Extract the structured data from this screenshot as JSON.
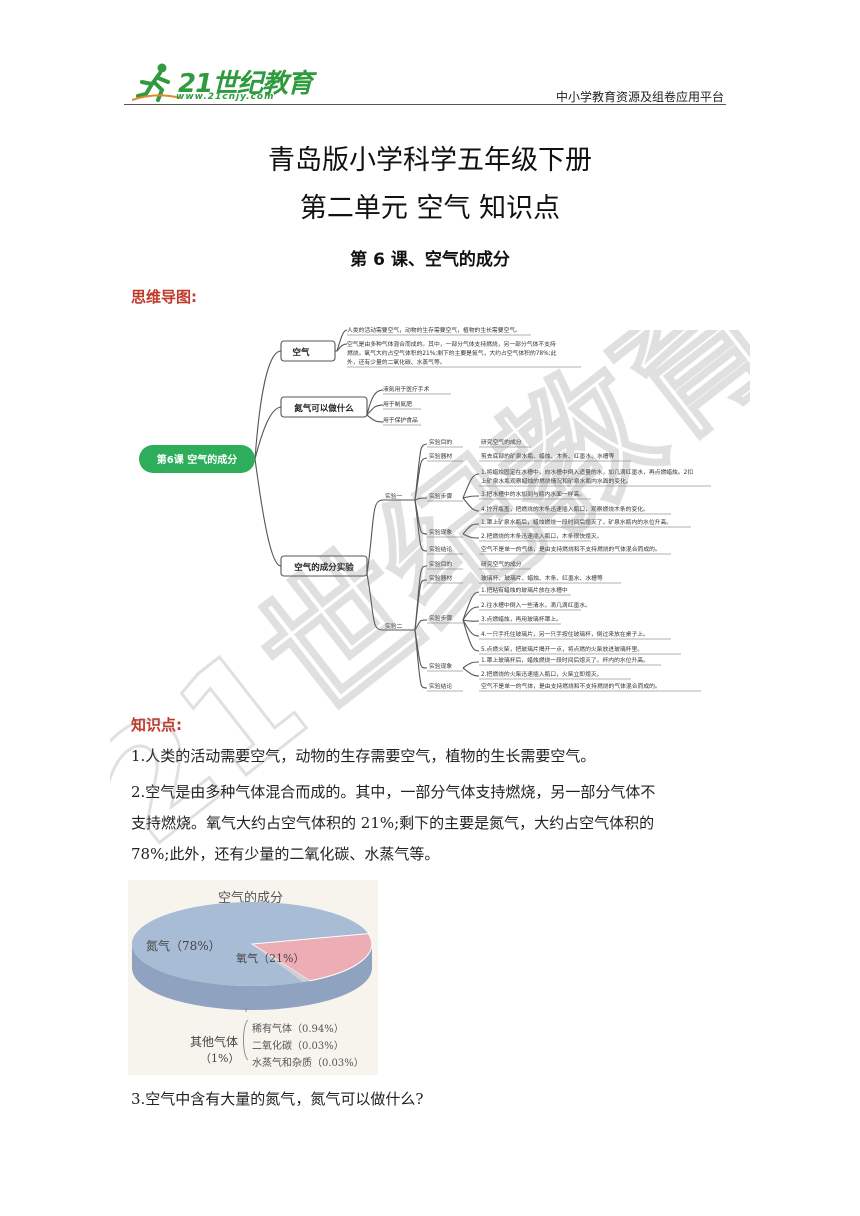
{
  "header": {
    "logo_text": "21世纪教育",
    "logo_url": "www.21cnjy.com",
    "platform": "中小学教育资源及组卷应用平台"
  },
  "title_line1": "青岛版小学科学五年级下册",
  "title_line2": "第二单元 空气 知识点",
  "lesson_title": "第 6 课、空气的成分",
  "mindmap_heading": "思维导图:",
  "mindmap": {
    "root": "第6课 空气的成分",
    "air": {
      "label": "空气",
      "note1": "人类的活动需要空气，动物的生存需要空气，植物的生长需要空气。",
      "note2a": "空气是由多种气体混合而成的。其中，一部分气体支持燃烧，另一部分气体不支持",
      "note2b": "燃烧。氧气大约占空气体积的21%;剩下的主要是氮气，大约占空气体积的78%;此",
      "note2c": "外，还有少量的二氧化碳、水蒸气等。"
    },
    "nitrogen": {
      "label": "氮气可以做什么",
      "items": [
        "液氮用于医疗手术",
        "用于制氮肥",
        "用于保护食品"
      ]
    },
    "experiment": {
      "label": "空气的成分实验",
      "exp1": {
        "label": "实验一",
        "purpose_label": "实验目的",
        "purpose": "研究空气的成分",
        "material_label": "实验器材",
        "material": "剪去底部的矿泉水瓶、蜡烛、木条、红墨水、水槽等",
        "steps_label": "实验步骤",
        "step1a": "1.将蜡烛固定在水槽中，向水槽中倒入适量的水，加几滴红墨水，再点燃蜡烛。2扣",
        "step1b": "上矿泉水瓶观察蜡烛的燃烧情况和矿泉水瓶内水面的变化。",
        "step3": "3.把水槽中的水加到与瓶内水面一样高。",
        "step4": "4.拧开瓶盖，把燃烧的木条迅速插入瓶口，观察燃烧木条的变化。",
        "result_label": "实验现象",
        "result1": "1.罩上矿泉水瓶后，蜡烛燃烧一段时间后熄灭了，矿泉水瓶内的水位升高。",
        "result2": "2.把燃烧的木条迅速插入瓶口，木条很快熄灭。",
        "conclusion_label": "实验结论",
        "conclusion": "空气不是单一的气体，是由支持燃烧和不支持燃烧的气体混合而成的。"
      },
      "exp2": {
        "label": "实验二",
        "purpose_label": "实验目的",
        "purpose": "研究空气的成分",
        "material_label": "实验器材",
        "material": "玻璃杯、玻璃片、蜡烛、木条、红墨水、水槽等",
        "steps_label": "实验步骤",
        "step1": "1.把粘有蜡烛的玻璃片放在水槽中",
        "step2": "2.往水槽中倒入一些清水，滴几滴红墨水。",
        "step3": "3.点燃蜡烛，再用玻璃杯罩上。",
        "step4": "4.一只手托住玻璃片，另一只手按住玻璃杯，倒过来放在桌子上。",
        "step5": "5.点燃火柴，把玻璃片揭开一点，将点燃的火柴放进玻璃杯里。",
        "result_label": "实验现象",
        "result1": "1.罩上玻璃杯后，蜡烛燃烧一段时间后熄灭了。杯内的水位升高。",
        "result2": "2.把燃烧的火柴迅速插入瓶口，火柴立即熄灭。",
        "conclusion_label": "实验结论",
        "conclusion": "空气不是单一的气体，是由支持燃烧和不支持燃烧的气体混合而成的。"
      }
    }
  },
  "knowledge_heading": "知识点:",
  "points": {
    "p1": "1.人类的活动需要空气，动物的生存需要空气，植物的生长需要空气。",
    "p2_l1": "2.空气是由多种气体混合而成的。其中，一部分气体支持燃烧，另一部分气体不",
    "p2_l2": "支持燃烧。氧气大约占空气体积的 21%;剩下的主要是氮气，大约占空气体积的",
    "p2_l3": "78%;此外，还有少量的二氧化碳、水蒸气等。",
    "p3": "3.空气中含有大量的氮气，氮气可以做什么?"
  },
  "pie": {
    "title": "空气的成分",
    "nitrogen_label": "氮气（78%）",
    "oxygen_label": "氧气（21%）",
    "other_label": "其他气体",
    "other_pct": "（1%）",
    "rare": "稀有气体（0.94%）",
    "co2": "二氧化碳（0.03%）",
    "vapor": "水蒸气和杂质（0.03%）",
    "values": [
      78,
      21,
      1
    ],
    "colors": {
      "nitrogen": "#a9bcd6",
      "oxygen": "#ecadb4",
      "other": "#cfcfcf"
    }
  },
  "watermark_text": "21世纪教育"
}
